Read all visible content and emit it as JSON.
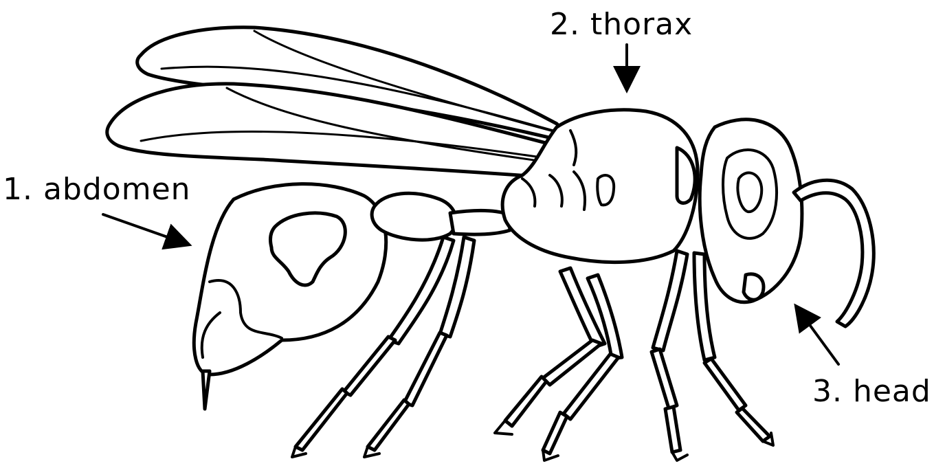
{
  "labels": {
    "abdomen": "1. abdomen",
    "thorax": "2. thorax",
    "head": "3. head"
  },
  "colors": {
    "ink": "#000000",
    "background": "#ffffff"
  }
}
